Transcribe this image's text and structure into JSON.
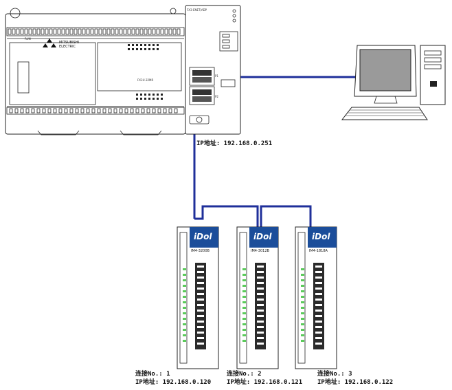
{
  "plc": {
    "brand_line1": "MITSUBISHI",
    "brand_line2": "ELECTRIC",
    "series": "FX3U-32MR",
    "module": "FX3-ENET/ADP",
    "run_label": "RUN",
    "port1": "P1",
    "port2": "P2",
    "ip_label": "IP地址: 192.168.0.251"
  },
  "devices": [
    {
      "brand": "iDol",
      "model": "IM4-3200B",
      "connect_label": "连接No.: 1",
      "ip_label": "IP地址: 192.168.0.120"
    },
    {
      "brand": "iDol",
      "model": "IM4-3012B",
      "connect_label": "连接No.: 2",
      "ip_label": "IP地址: 192.168.0.121"
    },
    {
      "brand": "iDol",
      "model": "IM4-1818A",
      "connect_label": "连接No.: 3",
      "ip_label": "IP地址: 192.168.0.122"
    }
  ],
  "colors": {
    "ethernet": "#1f2f9a",
    "device_header": "#1b4d9a",
    "led": "#5acb5a"
  },
  "icons": {
    "computer": "desktop-computer-icon"
  }
}
